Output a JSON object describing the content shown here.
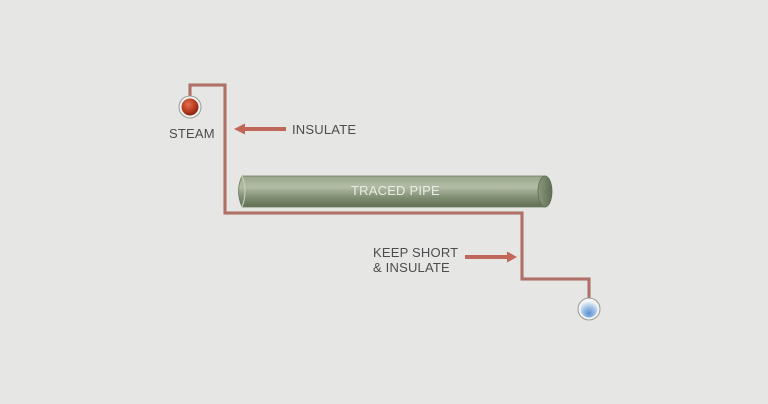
{
  "labels": {
    "steam": "STEAM",
    "insulate": "INSULATE",
    "traced_pipe": "TRACED PIPE",
    "keep_short_line1": "KEEP SHORT",
    "keep_short_line2": "& INSULATE"
  },
  "colors": {
    "background": "#e6e6e5",
    "tracer_line": "#a8655c",
    "arrow": "#c0675a",
    "pipe_dark": "#6e7d61",
    "pipe_light": "#a9b59c",
    "steam_valve": "#b03a22",
    "trap_valve": "#8fb8df"
  }
}
